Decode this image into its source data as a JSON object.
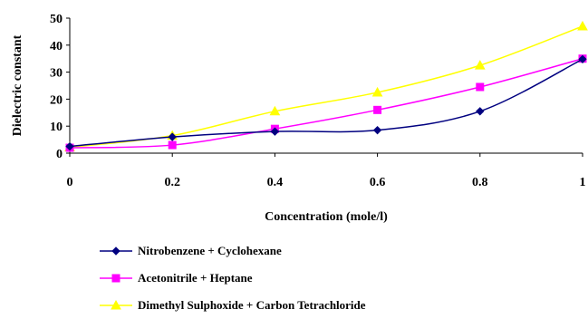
{
  "chart_data": {
    "type": "line",
    "xlabel": "Concentration (mole/l)",
    "ylabel": "Dielectric constant",
    "xlim": [
      0,
      1
    ],
    "ylim": [
      0,
      50
    ],
    "x_ticks": [
      "0",
      "0.2",
      "0.4",
      "0.6",
      "0.8",
      "1"
    ],
    "y_ticks": [
      "0",
      "10",
      "20",
      "30",
      "40",
      "50"
    ],
    "grid": false,
    "legend_position": "bottom",
    "series": [
      {
        "name": "Nitrobenzene + Cyclohexane",
        "color": "#000080",
        "marker": "diamond",
        "x": [
          0,
          0.2,
          0.4,
          0.6,
          0.8,
          1
        ],
        "y": [
          2.5,
          6,
          8,
          8.5,
          15.5,
          34.8
        ]
      },
      {
        "name": "Acetonitrile + Heptane",
        "color": "#FF00FF",
        "marker": "square",
        "x": [
          0,
          0.2,
          0.4,
          0.6,
          0.8,
          1
        ],
        "y": [
          2,
          3,
          9,
          16,
          24.5,
          35
        ]
      },
      {
        "name": "Dimethyl Sulphoxide + Carbon Tetrachloride",
        "color": "#FFFF00",
        "marker": "triangle",
        "x": [
          0,
          0.2,
          0.4,
          0.6,
          0.8,
          1
        ],
        "y": [
          2.2,
          6.5,
          15.5,
          22.5,
          32.5,
          47
        ]
      }
    ]
  }
}
